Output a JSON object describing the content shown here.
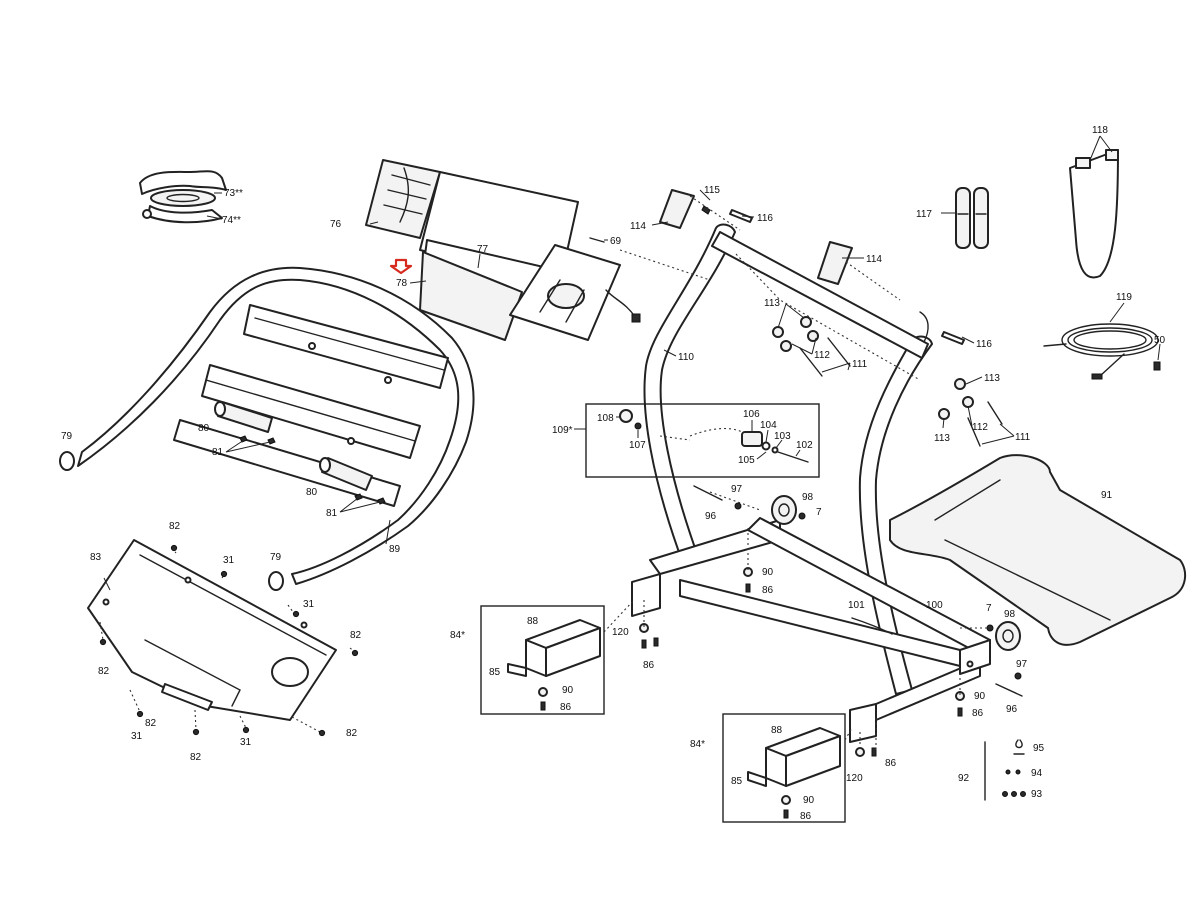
{
  "colors": {
    "line": "#222222",
    "background": "#ffffff",
    "highlight_arrow": "#d62a1f"
  },
  "highlight": {
    "icon": "down-arrow-icon",
    "points_to": "78"
  },
  "callouts": [
    {
      "id": "c73",
      "text": "73**"
    },
    {
      "id": "c74",
      "text": "74**"
    },
    {
      "id": "c76",
      "text": "76"
    },
    {
      "id": "c77",
      "text": "77"
    },
    {
      "id": "c78",
      "text": "78"
    },
    {
      "id": "c69",
      "text": "69"
    },
    {
      "id": "c115",
      "text": "115"
    },
    {
      "id": "c114a",
      "text": "114"
    },
    {
      "id": "c116a",
      "text": "116"
    },
    {
      "id": "c114b",
      "text": "114"
    },
    {
      "id": "c117",
      "text": "117"
    },
    {
      "id": "c118",
      "text": "118"
    },
    {
      "id": "c119",
      "text": "119"
    },
    {
      "id": "c50",
      "text": "50"
    },
    {
      "id": "c113a",
      "text": "113"
    },
    {
      "id": "c112a",
      "text": "112"
    },
    {
      "id": "c111a",
      "text": "111"
    },
    {
      "id": "c116b",
      "text": "116"
    },
    {
      "id": "c113b",
      "text": "113"
    },
    {
      "id": "c113c",
      "text": "113"
    },
    {
      "id": "c112b",
      "text": "112"
    },
    {
      "id": "c111b",
      "text": "111"
    },
    {
      "id": "c110",
      "text": "110"
    },
    {
      "id": "c109",
      "text": "109*"
    },
    {
      "id": "c108",
      "text": "108"
    },
    {
      "id": "c107",
      "text": "107"
    },
    {
      "id": "c106",
      "text": "106"
    },
    {
      "id": "c104",
      "text": "104"
    },
    {
      "id": "c103",
      "text": "103"
    },
    {
      "id": "c102",
      "text": "102"
    },
    {
      "id": "c105",
      "text": "105"
    },
    {
      "id": "c79a",
      "text": "79"
    },
    {
      "id": "c80a",
      "text": "80"
    },
    {
      "id": "c81a",
      "text": "81"
    },
    {
      "id": "c80b",
      "text": "80"
    },
    {
      "id": "c81b",
      "text": "81"
    },
    {
      "id": "c89",
      "text": "89"
    },
    {
      "id": "c79b",
      "text": "79"
    },
    {
      "id": "c82a",
      "text": "82"
    },
    {
      "id": "c83",
      "text": "83"
    },
    {
      "id": "c31a",
      "text": "31"
    },
    {
      "id": "c31b",
      "text": "31"
    },
    {
      "id": "c82b",
      "text": "82"
    },
    {
      "id": "c82c",
      "text": "82"
    },
    {
      "id": "c82d",
      "text": "82"
    },
    {
      "id": "c31c",
      "text": "31"
    },
    {
      "id": "c82e",
      "text": "82"
    },
    {
      "id": "c31d",
      "text": "31"
    },
    {
      "id": "c82f",
      "text": "82"
    },
    {
      "id": "c97a",
      "text": "97"
    },
    {
      "id": "c96a",
      "text": "96"
    },
    {
      "id": "c98a",
      "text": "98"
    },
    {
      "id": "c7a",
      "text": "7"
    },
    {
      "id": "c91",
      "text": "91"
    },
    {
      "id": "c90a",
      "text": "90"
    },
    {
      "id": "c86a",
      "text": "86"
    },
    {
      "id": "c84a",
      "text": "84*"
    },
    {
      "id": "c88a",
      "text": "88"
    },
    {
      "id": "c120a",
      "text": "120"
    },
    {
      "id": "c86b",
      "text": "86"
    },
    {
      "id": "c85a",
      "text": "85"
    },
    {
      "id": "c90b",
      "text": "90"
    },
    {
      "id": "c86c",
      "text": "86"
    },
    {
      "id": "c101",
      "text": "101"
    },
    {
      "id": "c100",
      "text": "100"
    },
    {
      "id": "c7b",
      "text": "7"
    },
    {
      "id": "c98b",
      "text": "98"
    },
    {
      "id": "c97b",
      "text": "97"
    },
    {
      "id": "c90c",
      "text": "90"
    },
    {
      "id": "c96b",
      "text": "96"
    },
    {
      "id": "c86d",
      "text": "86"
    },
    {
      "id": "c84b",
      "text": "84*"
    },
    {
      "id": "c88b",
      "text": "88"
    },
    {
      "id": "c85b",
      "text": "85"
    },
    {
      "id": "c90d",
      "text": "90"
    },
    {
      "id": "c86e",
      "text": "86"
    },
    {
      "id": "c120b",
      "text": "120"
    },
    {
      "id": "c86f",
      "text": "86"
    },
    {
      "id": "c95",
      "text": "95"
    },
    {
      "id": "c92",
      "text": "92"
    },
    {
      "id": "c94",
      "text": "94"
    },
    {
      "id": "c93",
      "text": "93"
    }
  ]
}
